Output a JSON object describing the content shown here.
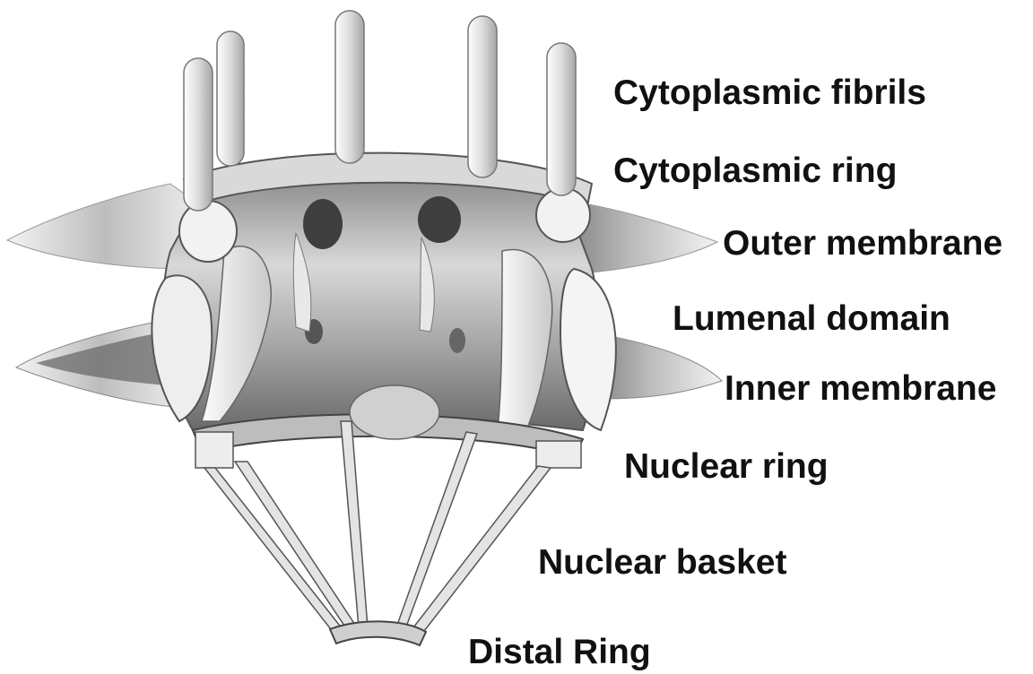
{
  "labels": [
    "Cytoplasmic fibrils",
    "Cytoplasmic ring",
    "Outer membrane",
    "Lumenal domain",
    "Inner membrane",
    "Nuclear ring",
    "Nuclear basket",
    "Distal Ring"
  ],
  "colors": {
    "background": "#ffffff",
    "structure_light": "#e9e9e9",
    "structure_mid": "#c4c4c4",
    "structure_dark": "#5a5a5a",
    "label_text": "#111111"
  }
}
